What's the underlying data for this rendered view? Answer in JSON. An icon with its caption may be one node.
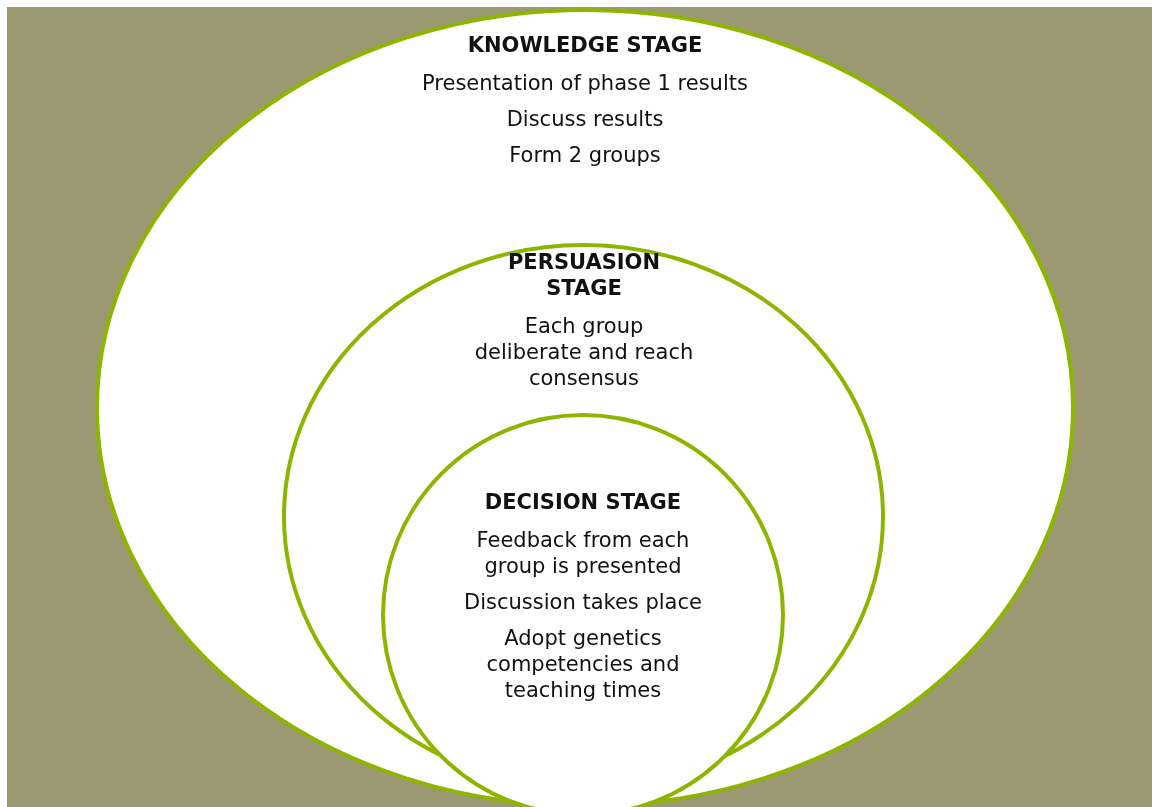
{
  "diagram": {
    "nodes": [
      {
        "text": [
          "KNOWLEDGE STAGE",
          "Presentation of phase 1 results",
          "Discuss results",
          "Form 2 groups"
        ]
      },
      {
        "text": [
          "PERSUASION STAGE",
          "Each group deliberate and reach consensus"
        ],
        "in": 0
      },
      {
        "text": [
          "DECISION STAGE",
          "Feedback from each group is presented",
          "Discussion takes place",
          "Adopt genetics competencies and teaching times"
        ],
        "in": 1
      }
    ]
  }
}
